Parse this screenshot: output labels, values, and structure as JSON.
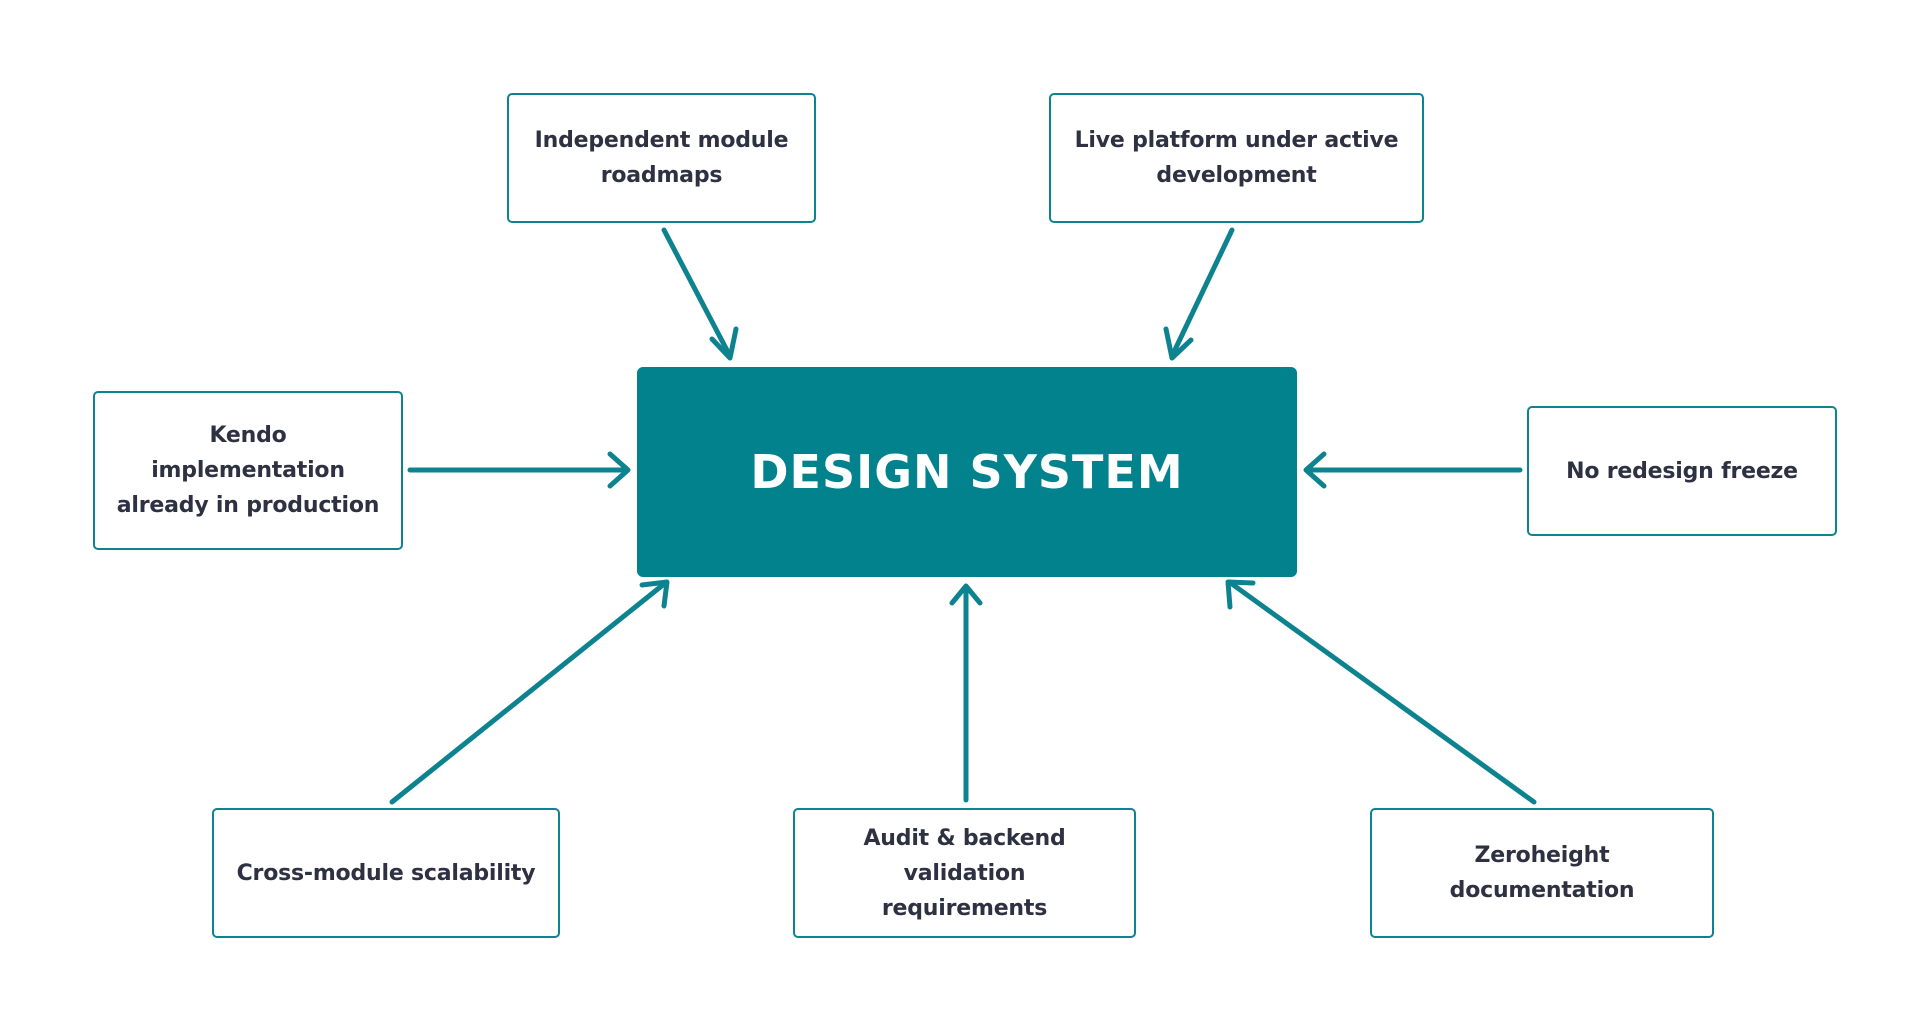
{
  "diagram": {
    "center": {
      "label": "DESIGN SYSTEM"
    },
    "constraints": [
      {
        "id": "roadmaps",
        "label": "Independent module roadmaps",
        "lines": [
          "Independent module",
          "roadmaps"
        ]
      },
      {
        "id": "live",
        "label": "Live platform under active development",
        "lines": [
          "Live platform under active",
          "development"
        ]
      },
      {
        "id": "kendo",
        "label": "Kendo implementation already in production",
        "lines": [
          "Kendo implementation",
          "already in production"
        ]
      },
      {
        "id": "freeze",
        "label": "No redesign freeze",
        "lines": [
          "No redesign freeze"
        ]
      },
      {
        "id": "scalab",
        "label": "Cross-module scalability",
        "lines": [
          "Cross-module scalability"
        ]
      },
      {
        "id": "audit",
        "label": "Audit & backend validation requirements",
        "lines": [
          "Audit & backend validation",
          "requirements"
        ]
      },
      {
        "id": "zero",
        "label": "Zeroheight documentation",
        "lines": [
          "Zeroheight documentation"
        ]
      }
    ]
  },
  "colors": {
    "accent": "#02828d",
    "border": "#0d8390",
    "text": "#2d3142",
    "background": "#ffffff"
  }
}
